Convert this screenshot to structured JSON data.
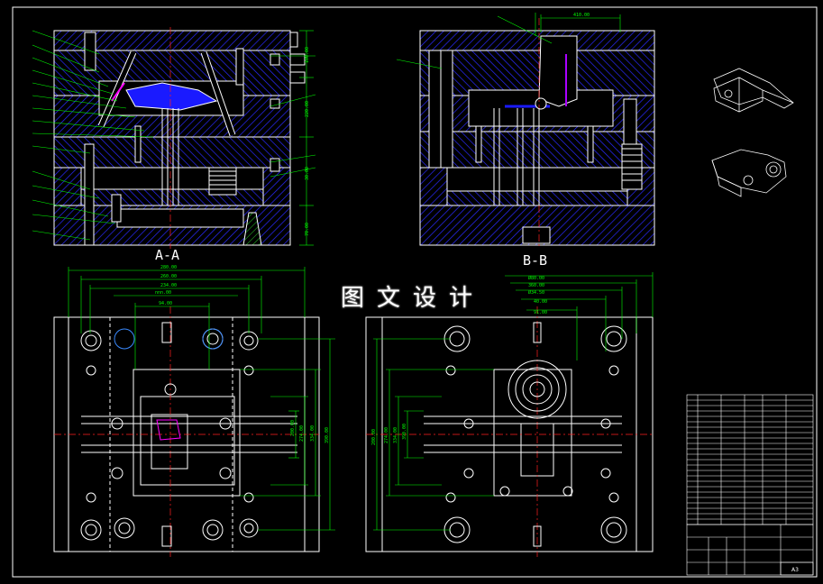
{
  "view_labels": {
    "section_a": "A-A",
    "section_b": "B-B"
  },
  "watermark": "图文设计",
  "dims_top_b": [
    "410.00"
  ],
  "dims_plan_left": [
    "280.00",
    "260.00",
    "234.00",
    "nnn.00",
    "94.00"
  ],
  "dims_plan_right": [
    "Ø80.00",
    "360.00",
    "Ø34.50",
    "40.00",
    "91.00"
  ],
  "dims_plan_left_right_side": [
    "200.00",
    "274.00",
    "334.00",
    "390.00"
  ],
  "dims_plan_right_left_side": [
    "200.00",
    "274.00",
    "334.00",
    "390.00"
  ],
  "colors": {
    "background": "#000000",
    "outline": "#ffffff",
    "hatch": "#0000ff",
    "dimension": "#00ff00",
    "centerline": "#ff0000",
    "highlight": "#ff00ff",
    "frame": "#00ff00"
  },
  "title_block": {
    "drawing_no": "A3"
  }
}
